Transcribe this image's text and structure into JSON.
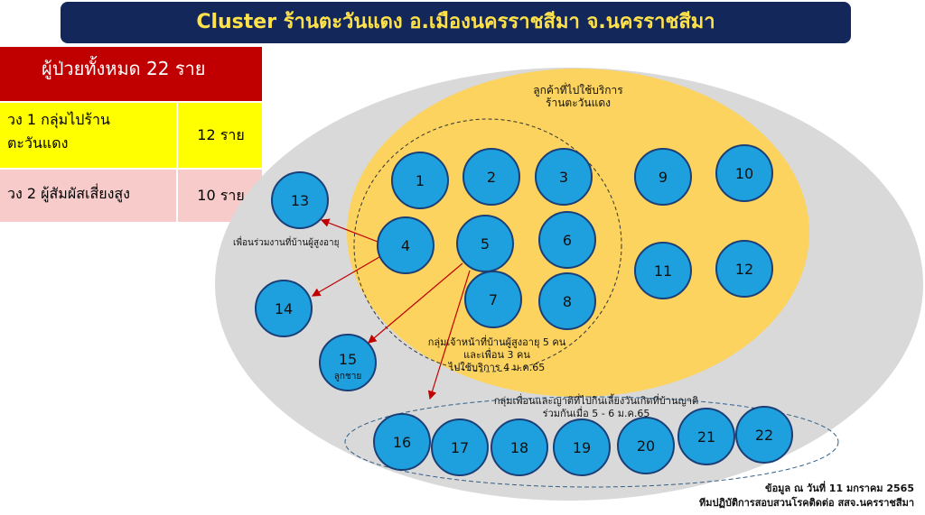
{
  "title": "Cluster ร้านตะวันแดง อ.เมืองนครราชสีมา จ.นครราชสีมา",
  "summary": {
    "total": "ผู้ป่วยทั้งหมด 22 ราย",
    "ring1_label_line1": "วง 1 กลุ่มไปร้าน",
    "ring1_label_line2": "ตะวันแดง",
    "ring1_count": "12 ราย",
    "ring2_label": "วง 2 ผู้สัมผัสเสี่ยงสูง",
    "ring2_count": "10 ราย"
  },
  "labels": {
    "customers_line1": "ลูกค้าที่ไปใช้บริการ",
    "customers_line2": "ร้านตะวันแดง",
    "coworkers": "เพื่อนร่วมงานที่บ้านผู้สูงอายุ",
    "staff_line1": "กลุ่มเจ้าหน้าที่บ้านผู้สูงอายุ 5 คน",
    "staff_line2": "และเพื่อน 3 คน",
    "staff_line3": "ไปใช้บริการ 4 ม.ค.65",
    "party_line1": "กลุ่มเพื่อนและญาติที่ไปกินเลี้ยงวันเกิดที่บ้านญาติ",
    "party_line2": "ร่วมกันเมื่อ 5 - 6 ม.ค.65",
    "son": "ลูกชาย"
  },
  "cases": [
    "1",
    "2",
    "3",
    "4",
    "5",
    "6",
    "7",
    "8",
    "9",
    "10",
    "11",
    "12",
    "13",
    "14",
    "15",
    "16",
    "17",
    "18",
    "19",
    "20",
    "21",
    "22"
  ],
  "footer": {
    "line1": "ข้อมูล ณ วันที่ 11 มกราคม 2565",
    "line2": "ทีมปฏิบัติการสอบสวนโรคติดต่อ สสจ.นครราชสีมา"
  },
  "colors": {
    "title_bg": "#13275a",
    "title_text": "#ffe24a",
    "total_bg": "#c00000",
    "ring1_bg": "#ffff00",
    "ring2_bg": "#f8cbcb",
    "outer_ellipse": "#d9d9d9",
    "inner_ellipse": "#fbd35e",
    "case_fill": "#1ea0df",
    "case_stroke": "#1a3f77",
    "arrow": "#c00000"
  }
}
